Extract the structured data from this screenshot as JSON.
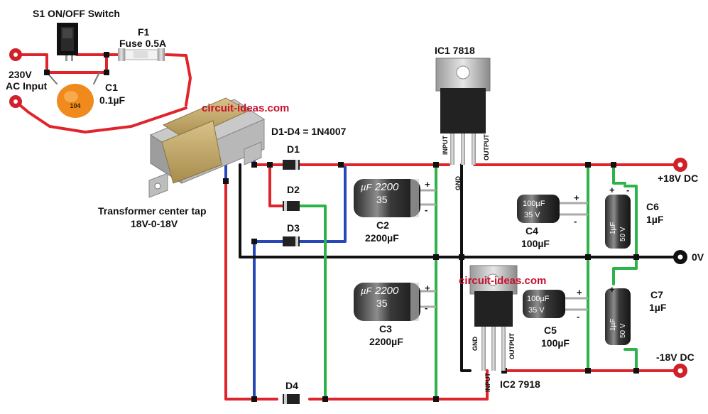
{
  "labels": {
    "switch": "S1 ON/OFF Switch",
    "fuse_name": "F1",
    "fuse_value": "Fuse 0.5A",
    "ac_voltage": "230V",
    "ac_input": "AC Input",
    "c1_name": "C1",
    "c1_value": "0.1µF",
    "c1_marking": "104",
    "watermark": "circuit-ideas.com",
    "diodes": "D1-D4 = 1N4007",
    "d1": "D1",
    "d2": "D2",
    "d3": "D3",
    "d4": "D4",
    "transformer_name": "Transformer center tap",
    "transformer_rating": "18V-0-18V",
    "c2_name": "C2",
    "c2_value": "2200µF",
    "c3_name": "C3",
    "c3_value": "2200µF",
    "ic1": "IC1 7818",
    "ic2": "IC2 7918",
    "ic1_input": "INPUT",
    "ic1_gnd": "GND",
    "ic1_output": "OUTPUT",
    "ic2_gnd": "GND",
    "ic2_output": "OUTPUT",
    "ic2_input": "INPUT",
    "c4_name": "C4",
    "c4_value": "100µF",
    "c5_name": "C5",
    "c5_value": "100µF",
    "c6_name": "C6",
    "c6_value": "1µF",
    "c7_name": "C7",
    "c7_value": "1µF",
    "out_pos": "+18V DC",
    "out_zero": "0V",
    "out_neg": "-18V DC",
    "plus": "+",
    "minus": "-",
    "cap_big_uf": "µF",
    "cap_big_value": "2200",
    "cap_big_volt": "35",
    "cap_small_value": "100µF",
    "cap_small_volt": "35 V",
    "cap_tiny_value": "1µF",
    "cap_tiny_volt": "50 V"
  },
  "colors": {
    "positive_wire": "#e0242b",
    "negative_wire": "#2db34a",
    "ground_wire": "#111111",
    "secondary_wire": "#2948b8",
    "terminal": "#d0202a",
    "watermark": "#c8102e"
  }
}
